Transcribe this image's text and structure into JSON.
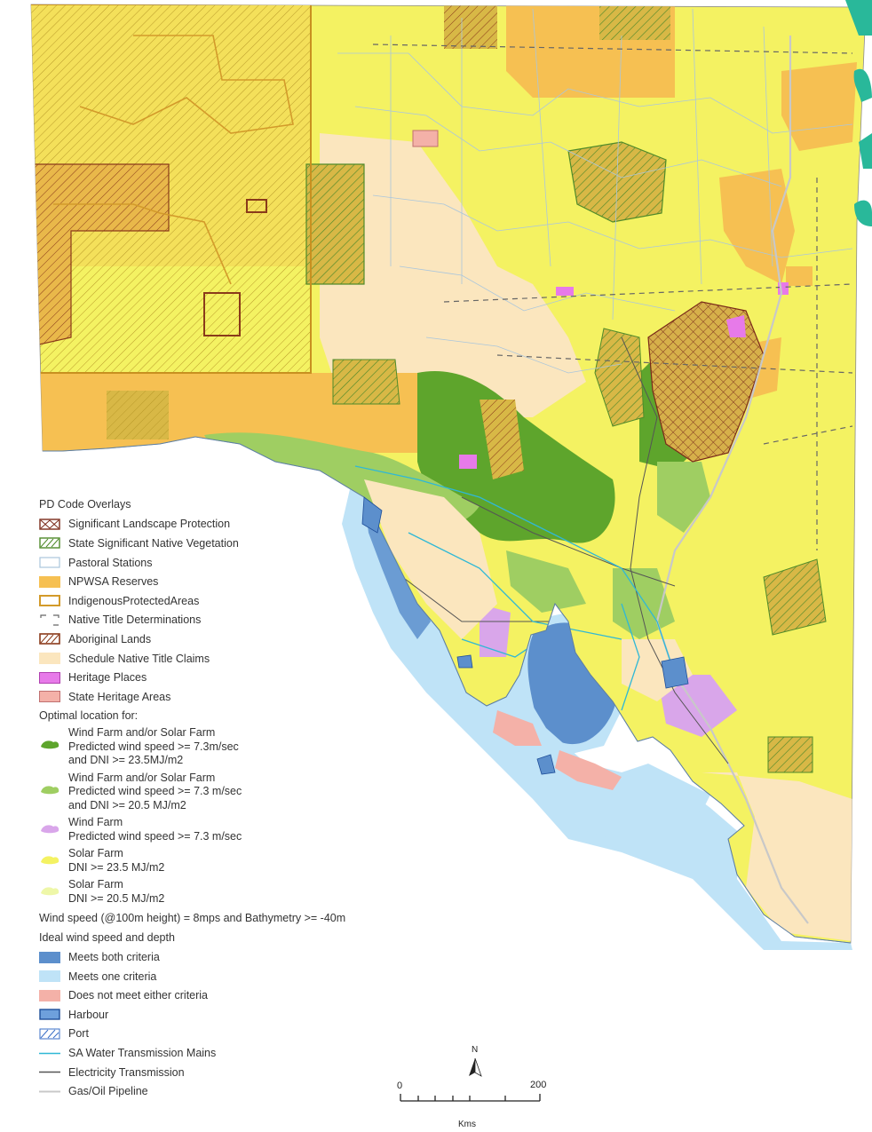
{
  "map": {
    "colors": {
      "ocean_shallow": "#bfe3f7",
      "ocean_deep": "#5c8fcc",
      "land_yellow": "#f4f262",
      "land_light_yellow": "#f6f7a8",
      "pastoral": "#fbf5a8",
      "native_title_claims": "#fbe6be",
      "npwsa": "#f6c052",
      "wind_solar_dark": "#5ea52c",
      "wind_solar_light": "#9fce62",
      "wind_farm": "#d9a6ea",
      "heritage": "#e77ae9",
      "state_heritage": "#f4b1a8"
    }
  },
  "legend": {
    "heading": "PD Code Overlays",
    "items": [
      {
        "label": "Significant Landscape Protection",
        "swatch": "crosshatch-brown"
      },
      {
        "label": "State Significant Native Vegetation",
        "swatch": "hatch-green"
      },
      {
        "label": "Pastoral Stations",
        "swatch": "outline-blue"
      },
      {
        "label": "NPWSA Reserves",
        "swatch": "fill-orange"
      },
      {
        "label": "IndigenousProtectedAreas",
        "swatch": "outline-orange"
      },
      {
        "label": "Native Title Determinations",
        "swatch": "dashed-corner"
      },
      {
        "label": "Aboriginal Lands",
        "swatch": "hatch-brown"
      },
      {
        "label": "Schedule Native Title Claims",
        "swatch": "fill-beige"
      },
      {
        "label": "Heritage Places",
        "swatch": "fill-pink"
      },
      {
        "label": "State Heritage Areas",
        "swatch": "fill-salmon"
      }
    ],
    "optimal_heading": "Optimal location for:",
    "optimal_items": [
      {
        "lines": [
          "Wind Farm and/or Solar Farm",
          "Predicted wind speed >= 7.3m/sec",
          "and DNI >= 23.5MJ/m2"
        ],
        "color": "#5ea52c"
      },
      {
        "lines": [
          "Wind Farm and/or Solar Farm",
          "Predicted wind speed >= 7.3 m/sec",
          "and DNI >= 20.5 MJ/m2"
        ],
        "color": "#9fce62"
      },
      {
        "lines": [
          "Wind Farm",
          "Predicted wind speed >= 7.3 m/sec"
        ],
        "color": "#d9a6ea"
      },
      {
        "lines": [
          "Solar Farm",
          "DNI >= 23.5 MJ/m2"
        ],
        "color": "#f4f262"
      },
      {
        "lines": [
          "Solar Farm",
          "DNI >= 20.5 MJ/m2"
        ],
        "color": "#f1f7b0"
      }
    ],
    "wind_heading": "Wind speed (@100m height) = 8mps and Bathymetry >= -40m",
    "ideal_heading": "Ideal wind speed and depth",
    "ideal_items": [
      {
        "label": "Meets both criteria",
        "swatch": "fill-deepblue"
      },
      {
        "label": "Meets one criteria",
        "swatch": "fill-lightblue"
      },
      {
        "label": "Does not meet either criteria",
        "swatch": "fill-rose"
      },
      {
        "label": "Harbour",
        "swatch": "outline-harbour"
      },
      {
        "label": "Port",
        "swatch": "hatch-blue"
      },
      {
        "label": "SA Water Transmission Mains",
        "swatch": "line-cyan"
      },
      {
        "label": "Electricity Transmission",
        "swatch": "line-grey"
      },
      {
        "label": "Gas/Oil Pipeline",
        "swatch": "line-lightgrey"
      }
    ]
  },
  "scale": {
    "north": "N",
    "start": "0",
    "end": "200",
    "unit": "Kms"
  }
}
